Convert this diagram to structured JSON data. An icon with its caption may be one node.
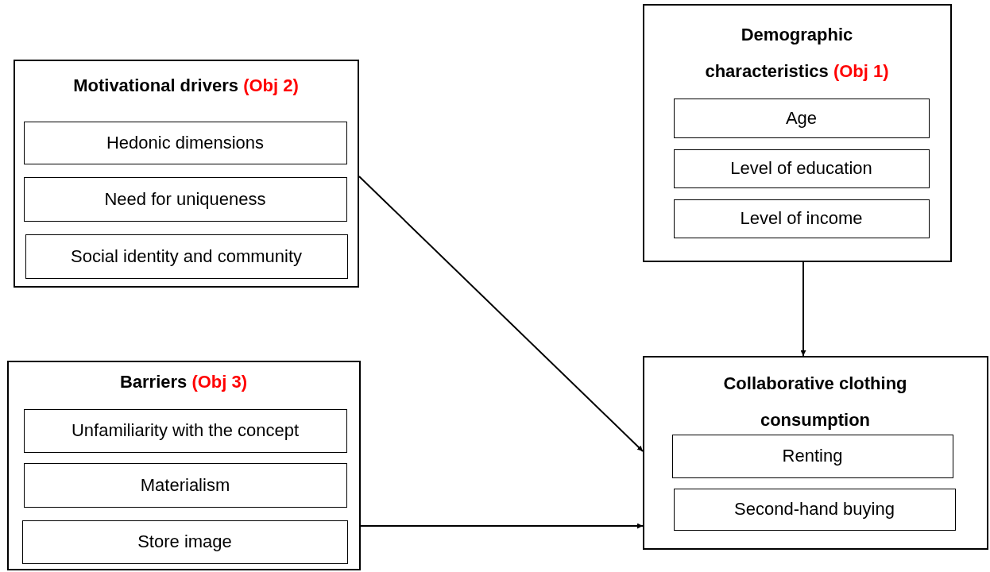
{
  "diagram": {
    "nodes": [
      {
        "text": [
          "Demographic characteristics",
          "(Obj 1)"
        ]
      },
      {
        "text": [
          "Age"
        ],
        "in": 0
      },
      {
        "text": [
          "Level of education"
        ],
        "in": 0
      },
      {
        "text": [
          "Level of income"
        ],
        "in": 0
      },
      {
        "text": [
          "Motivational drivers",
          "(Obj 2)"
        ]
      },
      {
        "text": [
          "Hedonic dimensions"
        ],
        "in": 4
      },
      {
        "text": [
          "Need for uniqueness"
        ],
        "in": 4
      },
      {
        "text": [
          "Social identity and community"
        ],
        "in": 4
      },
      {
        "text": [
          "Barriers",
          "(Obj 3)"
        ]
      },
      {
        "text": [
          "Unfamiliarity with the concept"
        ],
        "in": 8
      },
      {
        "text": [
          "Materialism"
        ],
        "in": 8
      },
      {
        "text": [
          "Store image"
        ],
        "in": 8
      },
      {
        "text": [
          "Collaborative clothing consumption"
        ]
      },
      {
        "text": [
          "Renting"
        ],
        "in": 12
      },
      {
        "text": [
          "Second-hand buying"
        ],
        "in": 12
      }
    ],
    "edges": [
      {
        "from": 4,
        "to": 12,
        "arrow": "to"
      },
      {
        "from": 0,
        "to": 12,
        "arrow": "to"
      },
      {
        "from": 8,
        "to": 12,
        "arrow": "to"
      }
    ]
  }
}
